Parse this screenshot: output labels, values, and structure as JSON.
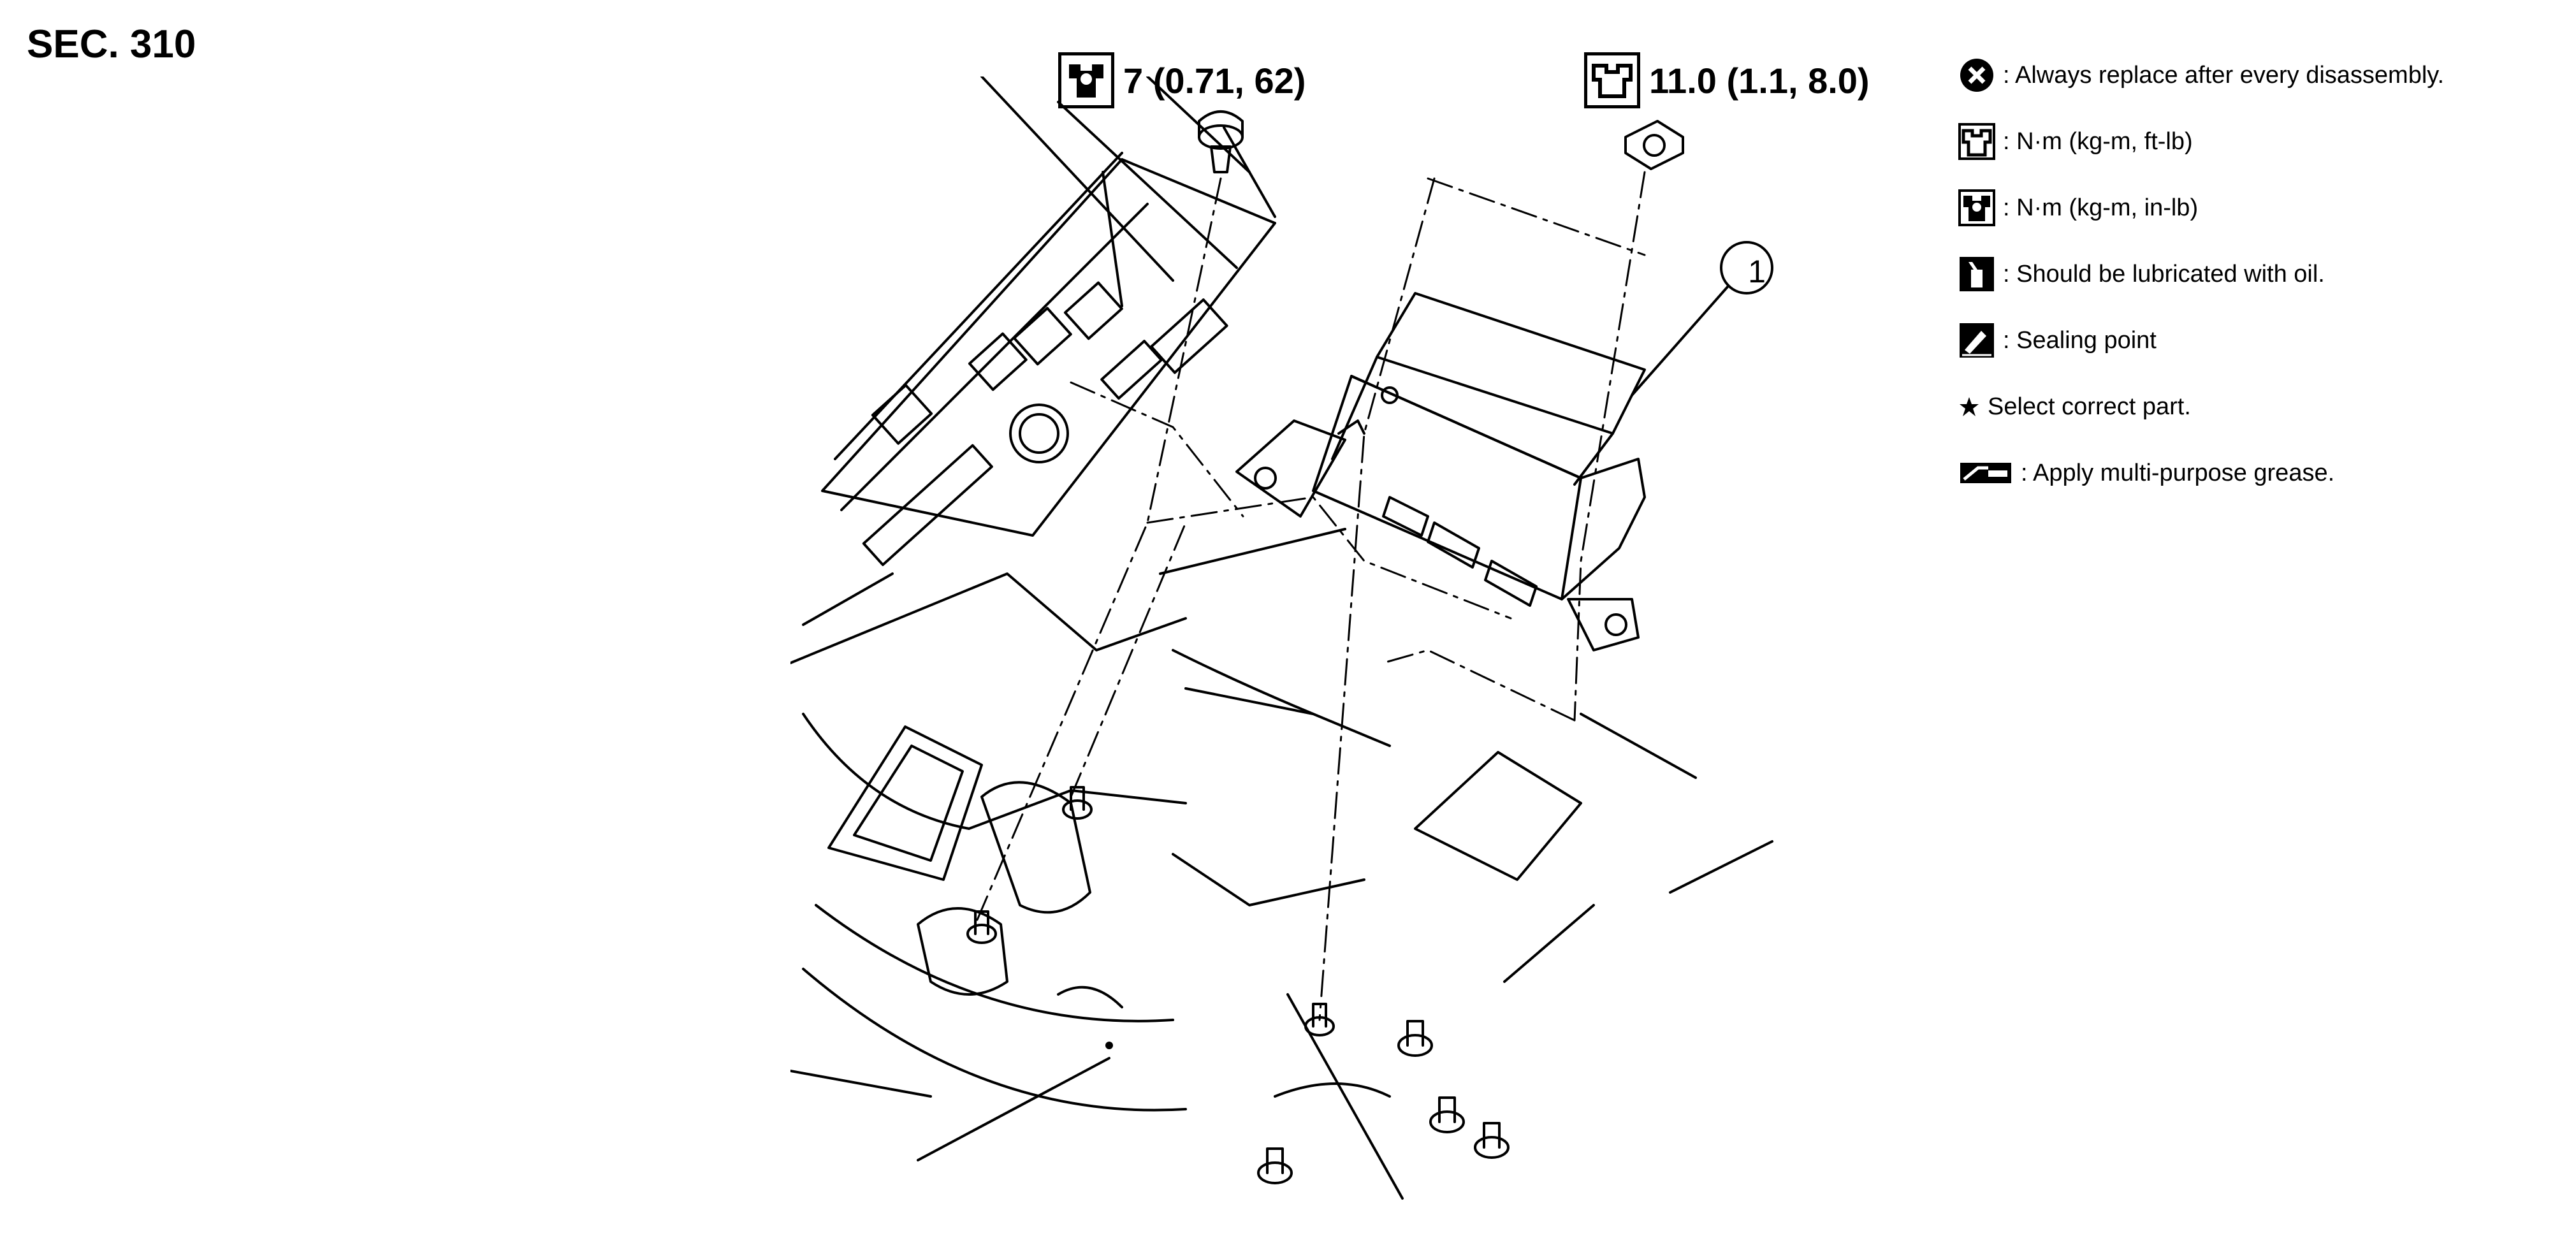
{
  "section": "SEC. 310",
  "torque_left": {
    "value": "7 (0.71, 62)",
    "icon": "torque-in-lb-icon"
  },
  "torque_right": {
    "value": "11.0 (1.1, 8.0)",
    "icon": "torque-ft-lb-icon"
  },
  "callout": "1",
  "legend": [
    {
      "icon": "always-replace-icon",
      "text": ": Always replace after every disassembly."
    },
    {
      "icon": "torque-ft-lb-icon",
      "text": ": N·m (kg-m, ft-lb)"
    },
    {
      "icon": "torque-in-lb-icon",
      "text": ": N·m (kg-m, in-lb)"
    },
    {
      "icon": "oil-can-icon",
      "text": ": Should be lubricated with oil."
    },
    {
      "icon": "sealing-point-icon",
      "text": ": Sealing point"
    },
    {
      "icon": "star-icon",
      "text": "Select correct part."
    },
    {
      "icon": "grease-icon",
      "text": ": Apply multi-purpose grease."
    }
  ]
}
